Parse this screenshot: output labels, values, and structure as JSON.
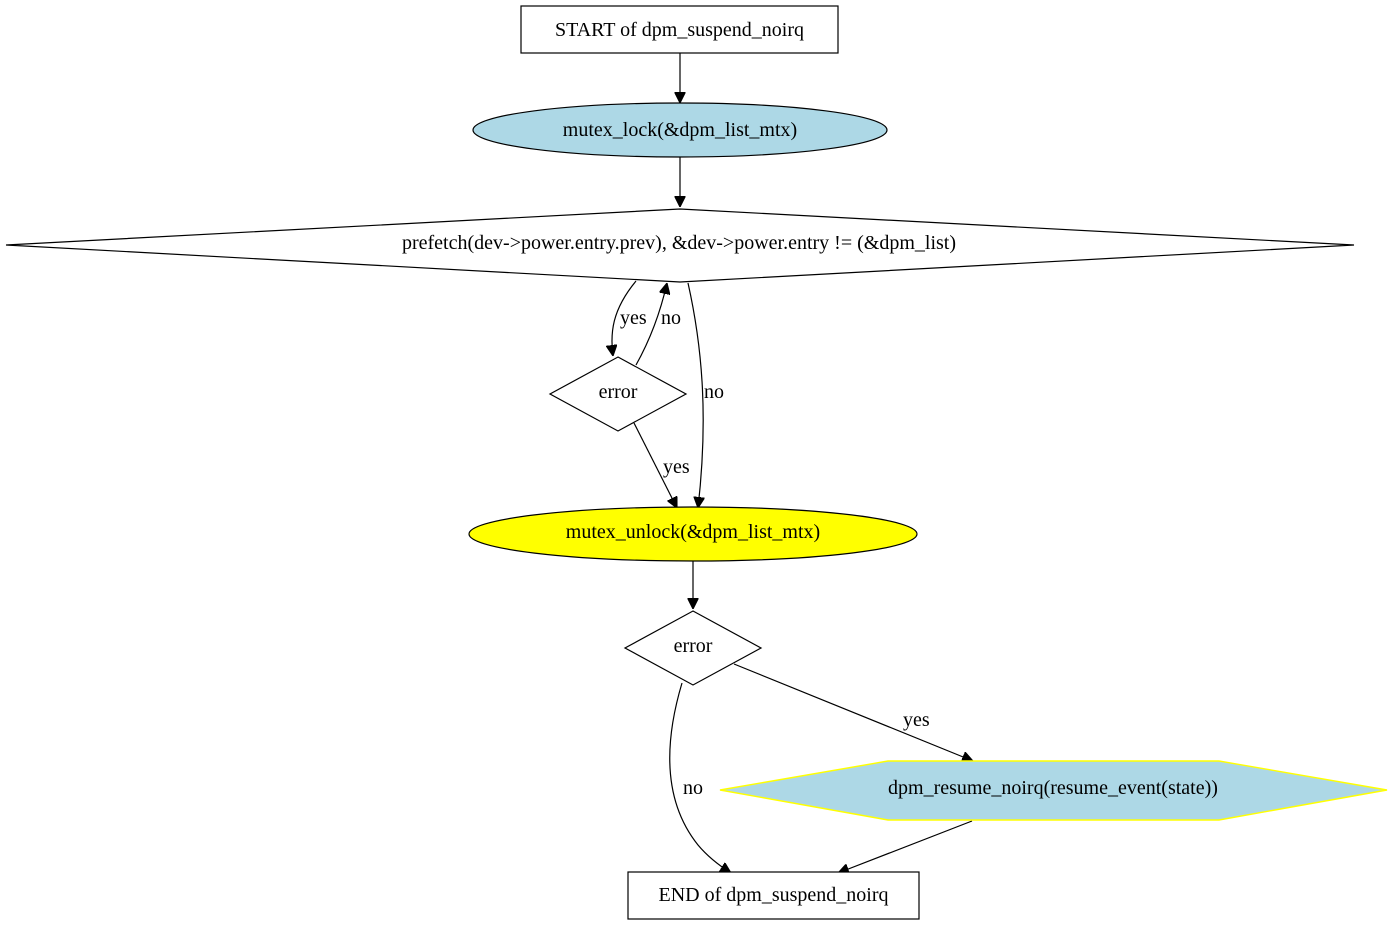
{
  "nodes": {
    "start": {
      "label": "START of dpm_suspend_noirq",
      "shape": "box"
    },
    "lock": {
      "label": "mutex_lock(&dpm_list_mtx)",
      "shape": "ellipse",
      "fill": "#add8e6"
    },
    "loop_cond": {
      "label": "prefetch(dev->power.entry.prev), &dev->power.entry != (&dpm_list)",
      "shape": "diamond"
    },
    "error_inner": {
      "label": "error",
      "shape": "diamond"
    },
    "unlock": {
      "label": "mutex_unlock(&dpm_list_mtx)",
      "shape": "ellipse",
      "fill": "#ffff00"
    },
    "error_outer": {
      "label": "error",
      "shape": "diamond"
    },
    "resume": {
      "label": "dpm_resume_noirq(resume_event(state))",
      "shape": "hexagon",
      "fill": "#add8e6",
      "stroke": "#ffff00"
    },
    "end": {
      "label": "END of dpm_suspend_noirq",
      "shape": "box"
    }
  },
  "edges": {
    "loop_to_error_yes": "yes",
    "error_to_loop_no": "no",
    "loop_to_unlock_no": "no",
    "error_to_unlock_yes": "yes",
    "error2_to_resume_yes": "yes",
    "error2_to_end_no": "no"
  }
}
